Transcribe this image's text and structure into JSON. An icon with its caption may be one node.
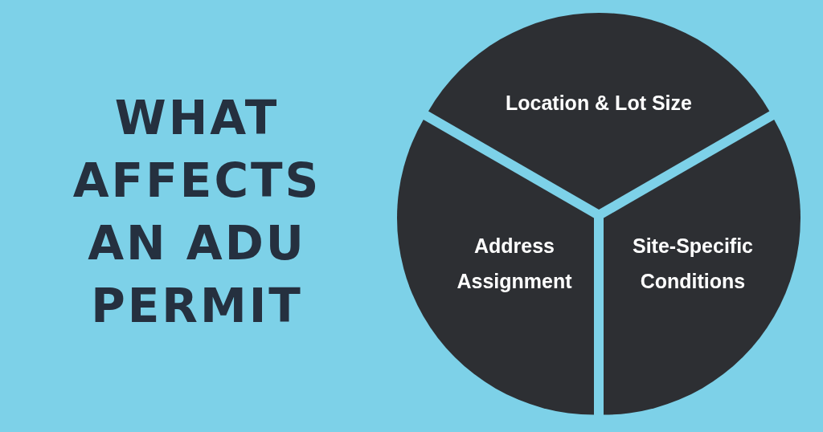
{
  "diagram": {
    "title": "WHAT AFFECTS AN ADU PERMIT",
    "nodes": [
      {
        "text": [
          "Location & Lot Size"
        ]
      },
      {
        "text": [
          "Address Assignment"
        ]
      },
      {
        "text": [
          "Site-Specific Conditions"
        ]
      }
    ]
  }
}
